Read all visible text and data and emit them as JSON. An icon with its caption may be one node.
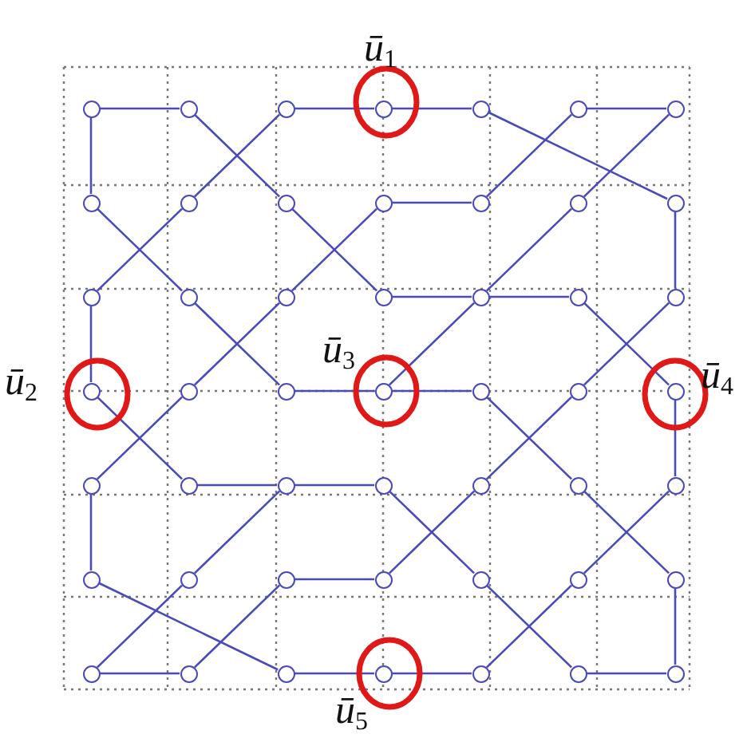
{
  "diagram": {
    "nodes": [
      {
        "text": [],
        "shape": "circle"
      },
      {
        "text": [],
        "shape": "circle"
      },
      {
        "text": [],
        "shape": "circle"
      },
      {
        "text": [],
        "shape": "circle",
        "beside": [
          "ū$_{1}$"
        ]
      },
      {
        "text": [],
        "shape": "circle"
      },
      {
        "text": [],
        "shape": "circle"
      },
      {
        "text": [],
        "shape": "circle"
      },
      {
        "text": [],
        "shape": "circle"
      },
      {
        "text": [],
        "shape": "circle"
      },
      {
        "text": [],
        "shape": "circle"
      },
      {
        "text": [],
        "shape": "circle"
      },
      {
        "text": [],
        "shape": "circle"
      },
      {
        "text": [],
        "shape": "circle"
      },
      {
        "text": [],
        "shape": "circle"
      },
      {
        "text": [],
        "shape": "circle"
      },
      {
        "text": [],
        "shape": "circle"
      },
      {
        "text": [],
        "shape": "circle"
      },
      {
        "text": [],
        "shape": "circle"
      },
      {
        "text": [],
        "shape": "circle"
      },
      {
        "text": [],
        "shape": "circle"
      },
      {
        "text": [],
        "shape": "circle"
      },
      {
        "text": [],
        "shape": "circle",
        "beside": [
          "ū$_{2}$"
        ]
      },
      {
        "text": [],
        "shape": "circle"
      },
      {
        "text": [],
        "shape": "circle"
      },
      {
        "text": [],
        "shape": "circle",
        "beside": [
          "ū$_{3}$"
        ]
      },
      {
        "text": [],
        "shape": "circle"
      },
      {
        "text": [],
        "shape": "circle"
      },
      {
        "text": [],
        "shape": "circle",
        "beside": [
          "ū$_{4}$"
        ]
      },
      {
        "text": [],
        "shape": "circle"
      },
      {
        "text": [],
        "shape": "circle"
      },
      {
        "text": [],
        "shape": "circle"
      },
      {
        "text": [],
        "shape": "circle"
      },
      {
        "text": [],
        "shape": "circle"
      },
      {
        "text": [],
        "shape": "circle"
      },
      {
        "text": [],
        "shape": "circle"
      },
      {
        "text": [],
        "shape": "circle"
      },
      {
        "text": [],
        "shape": "circle"
      },
      {
        "text": [],
        "shape": "circle"
      },
      {
        "text": [],
        "shape": "circle"
      },
      {
        "text": [],
        "shape": "circle"
      },
      {
        "text": [],
        "shape": "circle"
      },
      {
        "text": [],
        "shape": "circle"
      },
      {
        "text": [],
        "shape": "circle"
      },
      {
        "text": [],
        "shape": "circle"
      },
      {
        "text": [],
        "shape": "circle"
      },
      {
        "text": [],
        "shape": "circle",
        "beside": [
          "ū$_{5}$"
        ]
      },
      {
        "text": [],
        "shape": "circle"
      },
      {
        "text": [],
        "shape": "circle"
      },
      {
        "text": [],
        "shape": "circle"
      }
    ],
    "edges": [
      {
        "from": 0,
        "to": 1,
        "arrow": "none"
      },
      {
        "from": 2,
        "to": 3,
        "arrow": "none"
      },
      {
        "from": 3,
        "to": 4,
        "arrow": "none"
      },
      {
        "from": 5,
        "to": 6,
        "arrow": "none"
      },
      {
        "from": 0,
        "to": 7,
        "arrow": "none"
      },
      {
        "from": 1,
        "to": 9,
        "arrow": "none"
      },
      {
        "from": 2,
        "to": 8,
        "arrow": "none"
      },
      {
        "from": 4,
        "to": 13,
        "arrow": "none"
      },
      {
        "from": 5,
        "to": 11,
        "arrow": "none"
      },
      {
        "from": 6,
        "to": 12,
        "arrow": "none"
      },
      {
        "from": 7,
        "to": 15,
        "arrow": "none"
      },
      {
        "from": 8,
        "to": 14,
        "arrow": "none"
      },
      {
        "from": 9,
        "to": 17,
        "arrow": "none"
      },
      {
        "from": 10,
        "to": 11,
        "arrow": "none"
      },
      {
        "from": 10,
        "to": 16,
        "arrow": "none"
      },
      {
        "from": 12,
        "to": 18,
        "arrow": "none"
      },
      {
        "from": 13,
        "to": 20,
        "arrow": "none"
      },
      {
        "from": 14,
        "to": 21,
        "arrow": "none"
      },
      {
        "from": 15,
        "to": 23,
        "arrow": "none"
      },
      {
        "from": 16,
        "to": 22,
        "arrow": "none"
      },
      {
        "from": 17,
        "to": 18,
        "arrow": "none"
      },
      {
        "from": 18,
        "to": 19,
        "arrow": "none"
      },
      {
        "from": 18,
        "to": 24,
        "arrow": "none"
      },
      {
        "from": 19,
        "to": 27,
        "arrow": "none"
      },
      {
        "from": 20,
        "to": 26,
        "arrow": "none"
      },
      {
        "from": 21,
        "to": 29,
        "arrow": "none"
      },
      {
        "from": 22,
        "to": 28,
        "arrow": "none"
      },
      {
        "from": 23,
        "to": 24,
        "arrow": "none"
      },
      {
        "from": 24,
        "to": 25,
        "arrow": "none"
      },
      {
        "from": 25,
        "to": 33,
        "arrow": "none"
      },
      {
        "from": 26,
        "to": 32,
        "arrow": "none"
      },
      {
        "from": 27,
        "to": 34,
        "arrow": "none"
      },
      {
        "from": 28,
        "to": 35,
        "arrow": "none"
      },
      {
        "from": 29,
        "to": 30,
        "arrow": "none"
      },
      {
        "from": 30,
        "to": 31,
        "arrow": "none"
      },
      {
        "from": 30,
        "to": 36,
        "arrow": "none"
      },
      {
        "from": 31,
        "to": 39,
        "arrow": "none"
      },
      {
        "from": 32,
        "to": 38,
        "arrow": "none"
      },
      {
        "from": 33,
        "to": 41,
        "arrow": "none"
      },
      {
        "from": 34,
        "to": 40,
        "arrow": "none"
      },
      {
        "from": 35,
        "to": 44,
        "arrow": "none"
      },
      {
        "from": 36,
        "to": 42,
        "arrow": "none"
      },
      {
        "from": 37,
        "to": 38,
        "arrow": "none"
      },
      {
        "from": 39,
        "to": 47,
        "arrow": "none"
      },
      {
        "from": 40,
        "to": 46,
        "arrow": "none"
      },
      {
        "from": 41,
        "to": 48,
        "arrow": "none"
      },
      {
        "from": 42,
        "to": 43,
        "arrow": "none"
      },
      {
        "from": 43,
        "to": 37,
        "arrow": "none"
      },
      {
        "from": 44,
        "to": 45,
        "arrow": "none"
      },
      {
        "from": 45,
        "to": 46,
        "arrow": "none"
      },
      {
        "from": 47,
        "to": 48,
        "arrow": "none"
      }
    ]
  }
}
